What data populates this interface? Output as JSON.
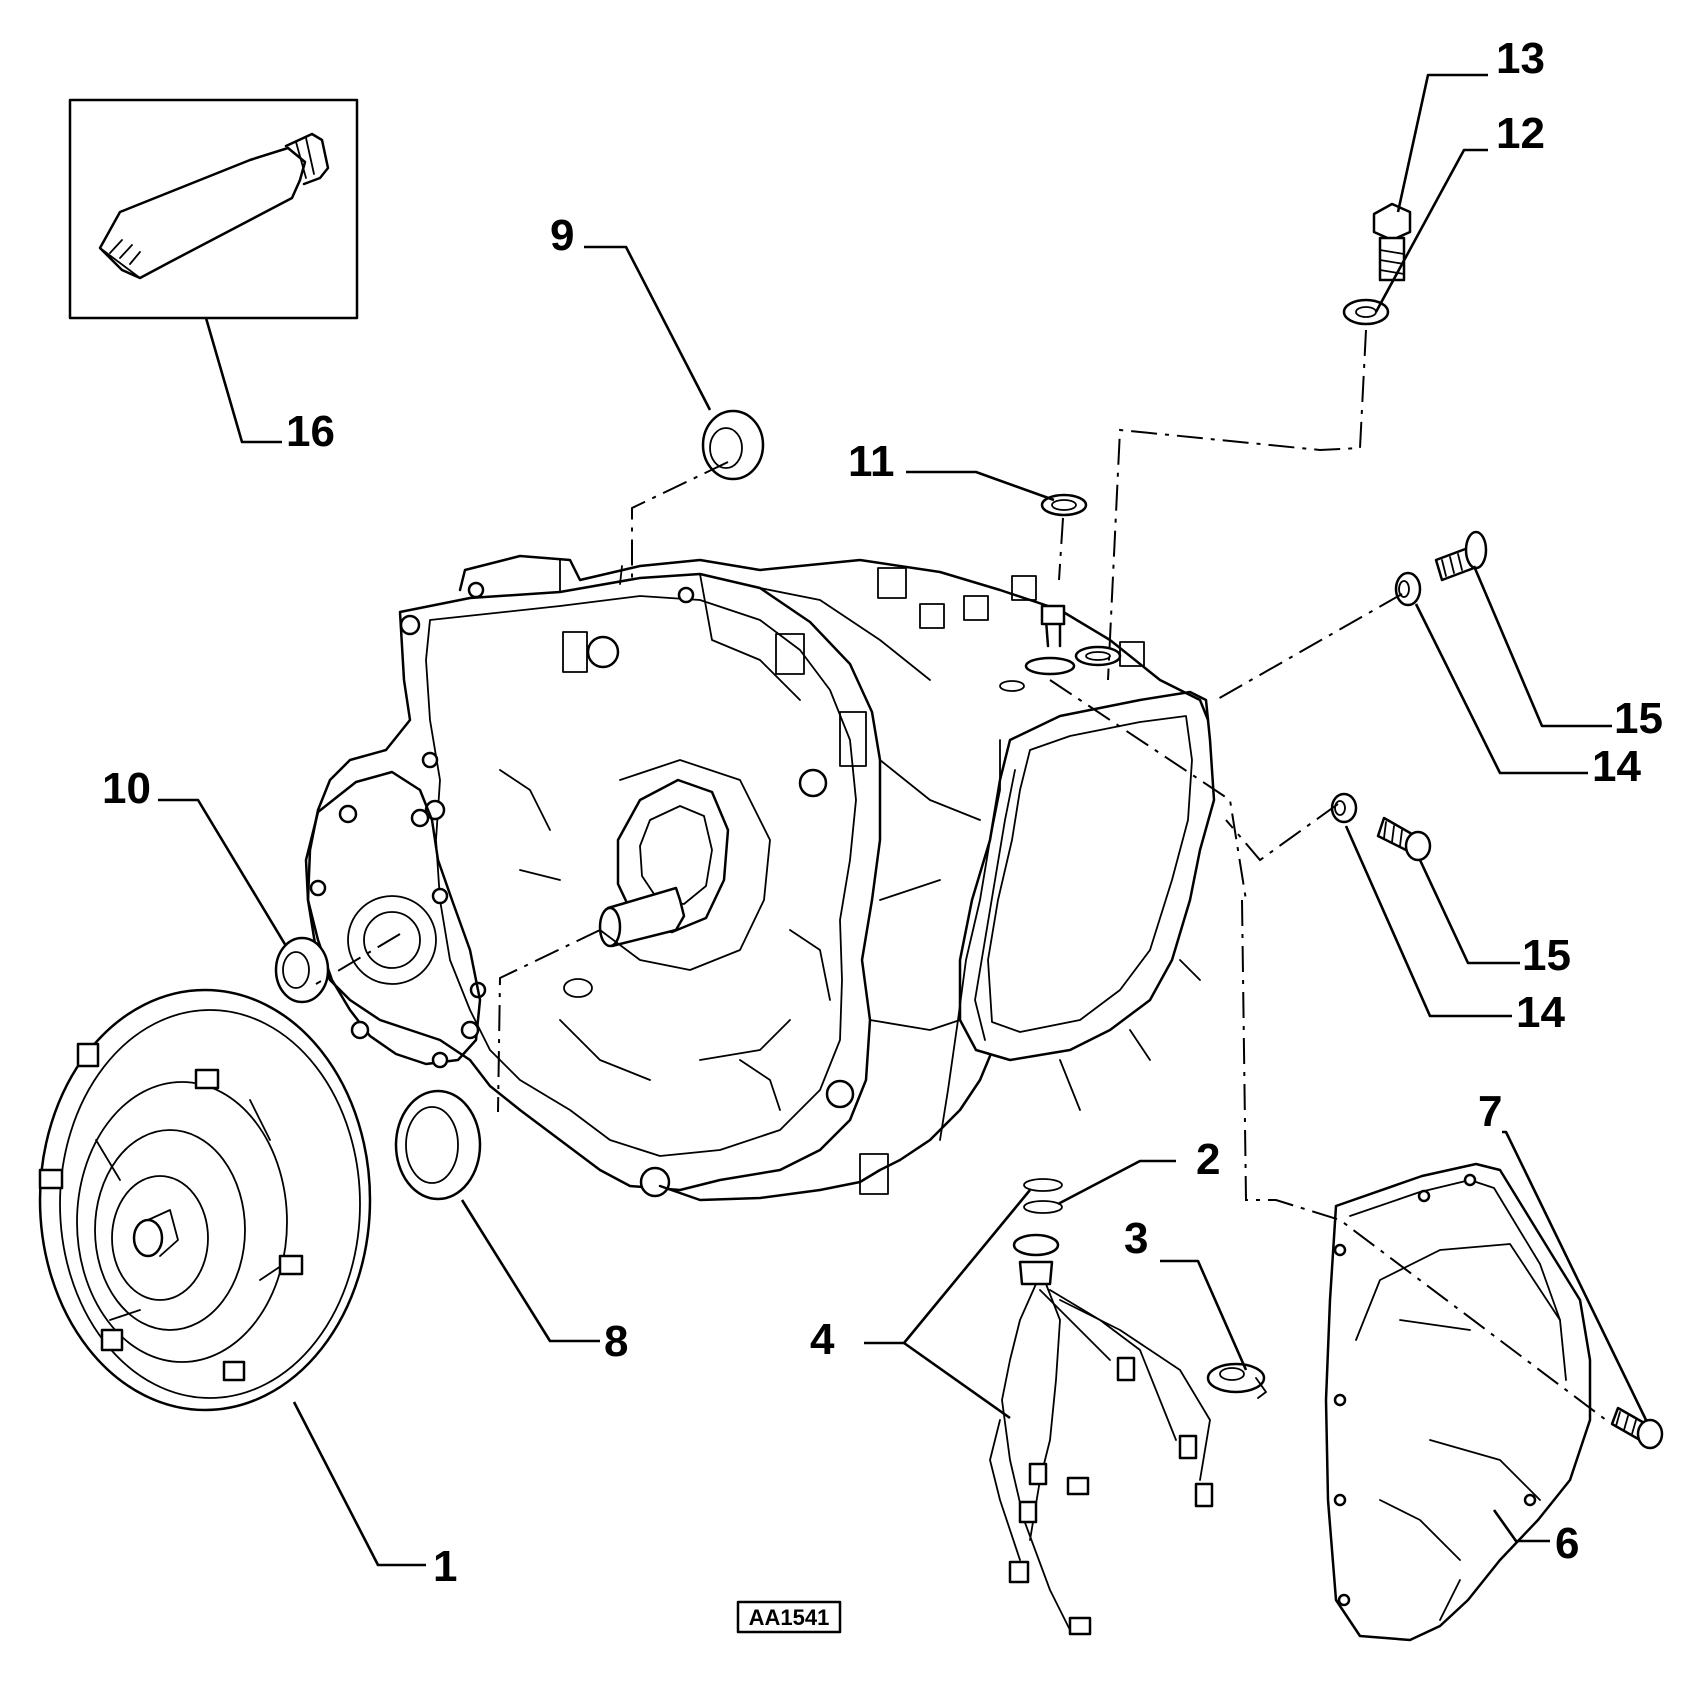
{
  "callouts": [
    {
      "id": "1",
      "text": "1"
    },
    {
      "id": "2",
      "text": "2"
    },
    {
      "id": "3",
      "text": "3"
    },
    {
      "id": "4",
      "text": "4"
    },
    {
      "id": "6",
      "text": "6"
    },
    {
      "id": "7",
      "text": "7"
    },
    {
      "id": "8",
      "text": "8"
    },
    {
      "id": "9",
      "text": "9"
    },
    {
      "id": "10",
      "text": "10"
    },
    {
      "id": "11",
      "text": "11"
    },
    {
      "id": "12",
      "text": "12"
    },
    {
      "id": "13",
      "text": "13"
    },
    {
      "id": "14a",
      "text": "14"
    },
    {
      "id": "14b",
      "text": "14"
    },
    {
      "id": "15a",
      "text": "15"
    },
    {
      "id": "15b",
      "text": "15"
    },
    {
      "id": "16",
      "text": "16"
    }
  ],
  "drawing_code": "AA1541"
}
